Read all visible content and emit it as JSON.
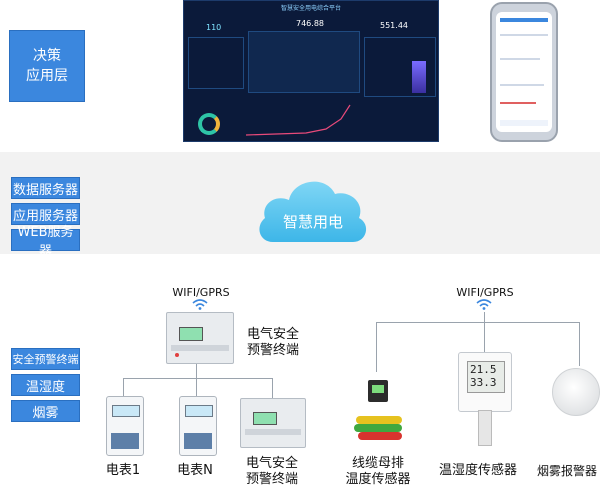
{
  "layers": {
    "decision": "决策\n应用层",
    "servers": [
      "数据服务器",
      "应用服务器",
      "WEB服务器"
    ],
    "terminals": [
      "安全预警终端",
      "温湿度",
      "烟雾"
    ]
  },
  "cloud": {
    "label": "智慧用电"
  },
  "dashboard": {
    "title": "智慧安全用电综合平台",
    "kpi_left": "110",
    "kpi_center": "746.88",
    "kpi_right": "551.44"
  },
  "network": {
    "left": "WIFI/GPRS",
    "right": "WIFI/GPRS"
  },
  "devices": {
    "main_terminal": "电气安全\n预警终端",
    "meter1": "电表1",
    "meterN": "电表N",
    "terminal2": "电气安全\n预警终端",
    "busbar": "线缆母排\n温度传感器",
    "thsensor": "温湿度传感器",
    "smoke": "烟雾报警器"
  },
  "thsensor_display": {
    "temp": "21.5",
    "hum": "33.3"
  },
  "colors": {
    "accent": "#3b87de",
    "cloud": "#5ac8f0",
    "dashboard_bg": "#0b1a3a"
  }
}
